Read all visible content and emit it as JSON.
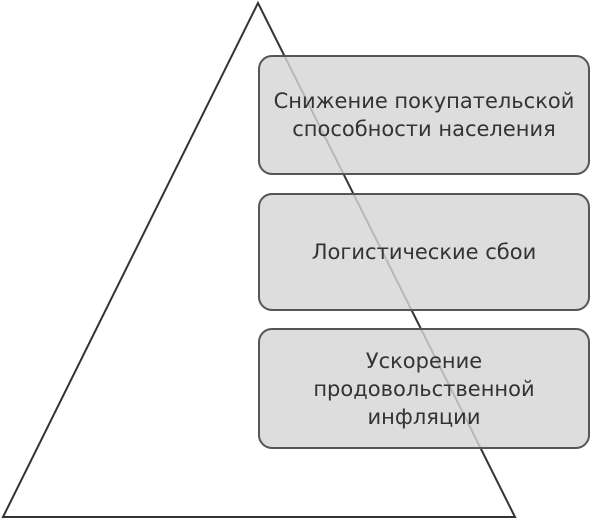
{
  "diagram": {
    "type": "pyramid",
    "items": [
      {
        "label": "Снижение покупательской\nспособности населения"
      },
      {
        "label": "Логистические сбои"
      },
      {
        "label": "Ускорение\nпродовольственной\nинфляции"
      }
    ],
    "colors": {
      "box_fill": "#d5d5d5",
      "box_border": "#555555",
      "triangle_stroke": "#333333",
      "text": "#333333"
    }
  }
}
